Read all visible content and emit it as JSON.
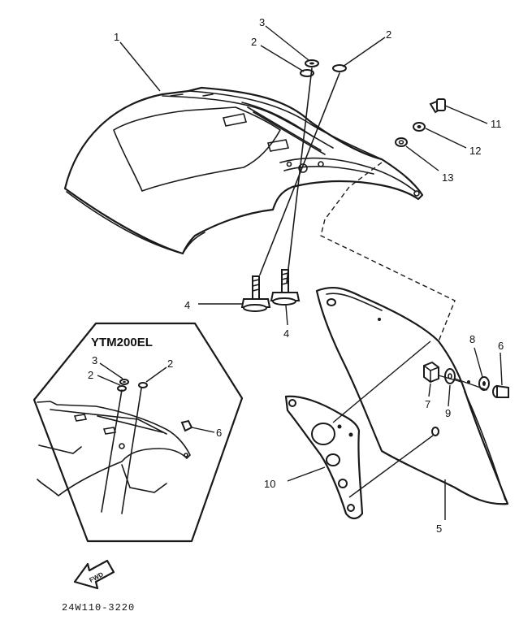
{
  "callouts": {
    "c1": "1",
    "c2a": "2",
    "c2b": "2",
    "c3": "3",
    "c4a": "4",
    "c4b": "4",
    "c5": "5",
    "c6": "6",
    "c7": "7",
    "c8": "8",
    "c9": "9",
    "c10": "10",
    "c11": "11",
    "c12": "12",
    "c13": "13"
  },
  "inset": {
    "title": "YTM200EL",
    "c2a": "2",
    "c2b": "2",
    "c3": "3",
    "c6": "6"
  },
  "fwd_arrow_label": "FWD",
  "drawing_code": "24W110-3220"
}
